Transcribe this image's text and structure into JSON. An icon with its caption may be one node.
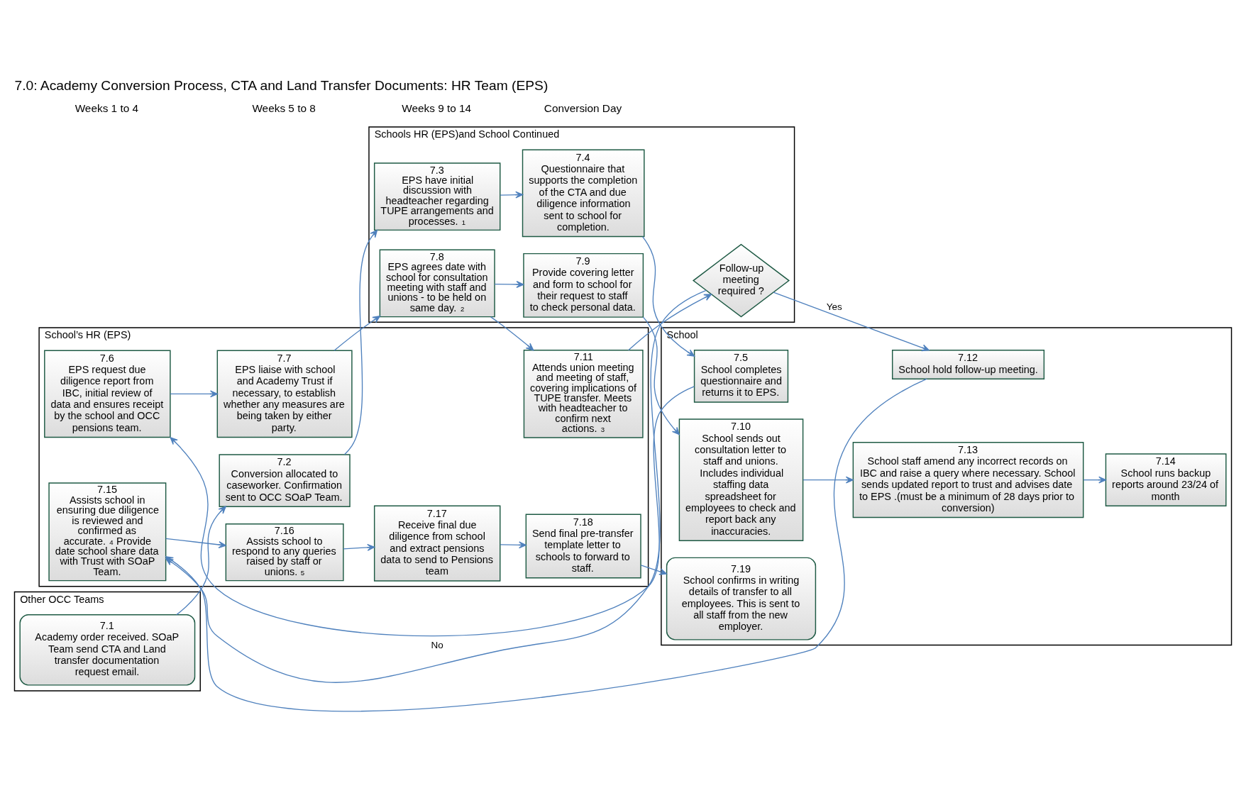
{
  "diagram": {
    "title": "7.0: Academy Conversion Process, CTA and Land Transfer Documents: HR Team (EPS)",
    "nodes": [
      {
        "text": [
          "Other OCC Teams"
        ]
      },
      {
        "text": [
          "7.1",
          "Academy order received. SOaP Team send CTA and Land transfer documentation request email."
        ],
        "in": 0
      },
      {
        "text": [
          "School’s HR (EPS)"
        ]
      },
      {
        "text": [
          "7.6",
          "EPS request due diligence report from IBC, initial review of data and ensures receipt by the school and OCC pensions team."
        ],
        "in": 2
      },
      {
        "text": [
          "7.7",
          "EPS liaise with school and Academy Trust if necessary, to establish whether any measures are being taken by either party."
        ],
        "in": 2
      },
      {
        "text": [
          "7.11",
          "Attends union meeting and meeting of staff, covering implications of TUPE transfer. Meets with headteacher to confirm next actions. $^{3}$"
        ],
        "in": 2
      },
      {
        "text": [
          "7.15",
          "Assists school in ensuring due diligence is reviewed and confirmed as accurate. $^{4}$ Provide date school share data with Trust with SOaP Team."
        ],
        "in": 2
      },
      {
        "text": [
          "7.16",
          "Assists school to respond to any queries raised by staff or unions. $^{5}$"
        ],
        "in": 2
      },
      {
        "text": [
          "7.17",
          "Receive final due diligence from school and extract pensions data to send to Pensions team"
        ],
        "in": 2
      },
      {
        "text": [
          "7.18",
          "Send final pre-transfer template letter to schools to forward to staff."
        ],
        "in": 2
      },
      {
        "text": [
          "7.2",
          "Conversion allocated to caseworker. Confirmation sent to OCC SOaP Team."
        ],
        "in": 2
      },
      {
        "text": [
          "Schools HR (EPS)and School Continued"
        ]
      },
      {
        "text": [
          "7.8",
          "EPS agrees date with school for consultation meeting with staff and unions - to be held on same day. $^{2}$"
        ],
        "in": 11
      },
      {
        "text": [
          "Follow-up meeting required ?"
        ],
        "in": 11
      },
      {
        "text": [
          "7.3",
          "EPS have initial discussion with headteacher regarding TUPE arrangements and processes. $^{1}$"
        ],
        "in": 11
      },
      {
        "text": [
          "7.9",
          "Provide covering letter and form to school for their request to staff to check personal data."
        ],
        "in": 11
      },
      {
        "text": [
          "7.4",
          "Questionnaire that supports the completion of the CTA and due diligence information sent to school for completion."
        ],
        "in": 11
      },
      {
        "text": [
          "School"
        ]
      },
      {
        "text": [
          "7.5",
          "School completes questionnaire and returns it to EPS."
        ],
        "in": 17
      },
      {
        "text": [
          "7.10",
          "School sends out consultation letter to staff and unions. Includes individual staffing data spreadsheet for employees to check and report back any inaccuracies."
        ],
        "in": 17
      },
      {
        "text": [
          "7.12",
          "School hold follow-up meeting."
        ],
        "in": 17
      },
      {
        "text": [
          "7.13",
          "School staff amend any incorrect records on IBC and raise a query where necessary. School sends updated report to trust and advises date to EPS .(must be a minimum of 28 days prior to conversion)"
        ],
        "in": 17
      },
      {
        "text": [
          "7.14",
          "School runs backup reports around 23/24 of month"
        ],
        "in": 17
      },
      {
        "text": [
          "7.19",
          "School confirms in writing details of transfer to all employees. This is sent to all staff from the new employer."
        ],
        "in": 17
      }
    ],
    "edges": [
      {
        "from": 1,
        "to": 10,
        "arrow": "to"
      },
      {
        "from": 10,
        "to": 14,
        "arrow": "to"
      },
      {
        "from": 14,
        "to": 16,
        "arrow": "to"
      },
      {
        "from": 16,
        "to": 18,
        "arrow": "to"
      },
      {
        "from": 18,
        "to": 3,
        "arrow": "to"
      },
      {
        "from": 3,
        "to": 4,
        "arrow": "to"
      },
      {
        "from": 4,
        "to": 12,
        "arrow": "to"
      },
      {
        "from": 12,
        "to": 5,
        "arrow": "to"
      },
      {
        "from": 12,
        "to": 15,
        "arrow": "to"
      },
      {
        "from": 15,
        "to": 19,
        "arrow": "to"
      },
      {
        "from": 5,
        "to": 13,
        "arrow": "to"
      },
      {
        "from": 13,
        "to": 6,
        "label": "No",
        "arrow": "to"
      },
      {
        "from": 13,
        "to": 20,
        "label": "Yes",
        "arrow": "to"
      },
      {
        "from": 20,
        "to": 6,
        "arrow": "to"
      },
      {
        "from": 19,
        "to": 21,
        "arrow": "to"
      },
      {
        "from": 21,
        "to": 22,
        "arrow": "to"
      },
      {
        "from": 6,
        "to": 7,
        "arrow": "to"
      },
      {
        "from": 7,
        "to": 8,
        "arrow": "to"
      },
      {
        "from": 8,
        "to": 9,
        "arrow": "to"
      },
      {
        "from": 9,
        "to": 23,
        "arrow": "to"
      }
    ],
    "labels": [
      "Weeks 1 to 4",
      "Weeks 5 to 8",
      "Weeks 9 to 14",
      "Conversion Day"
    ]
  }
}
